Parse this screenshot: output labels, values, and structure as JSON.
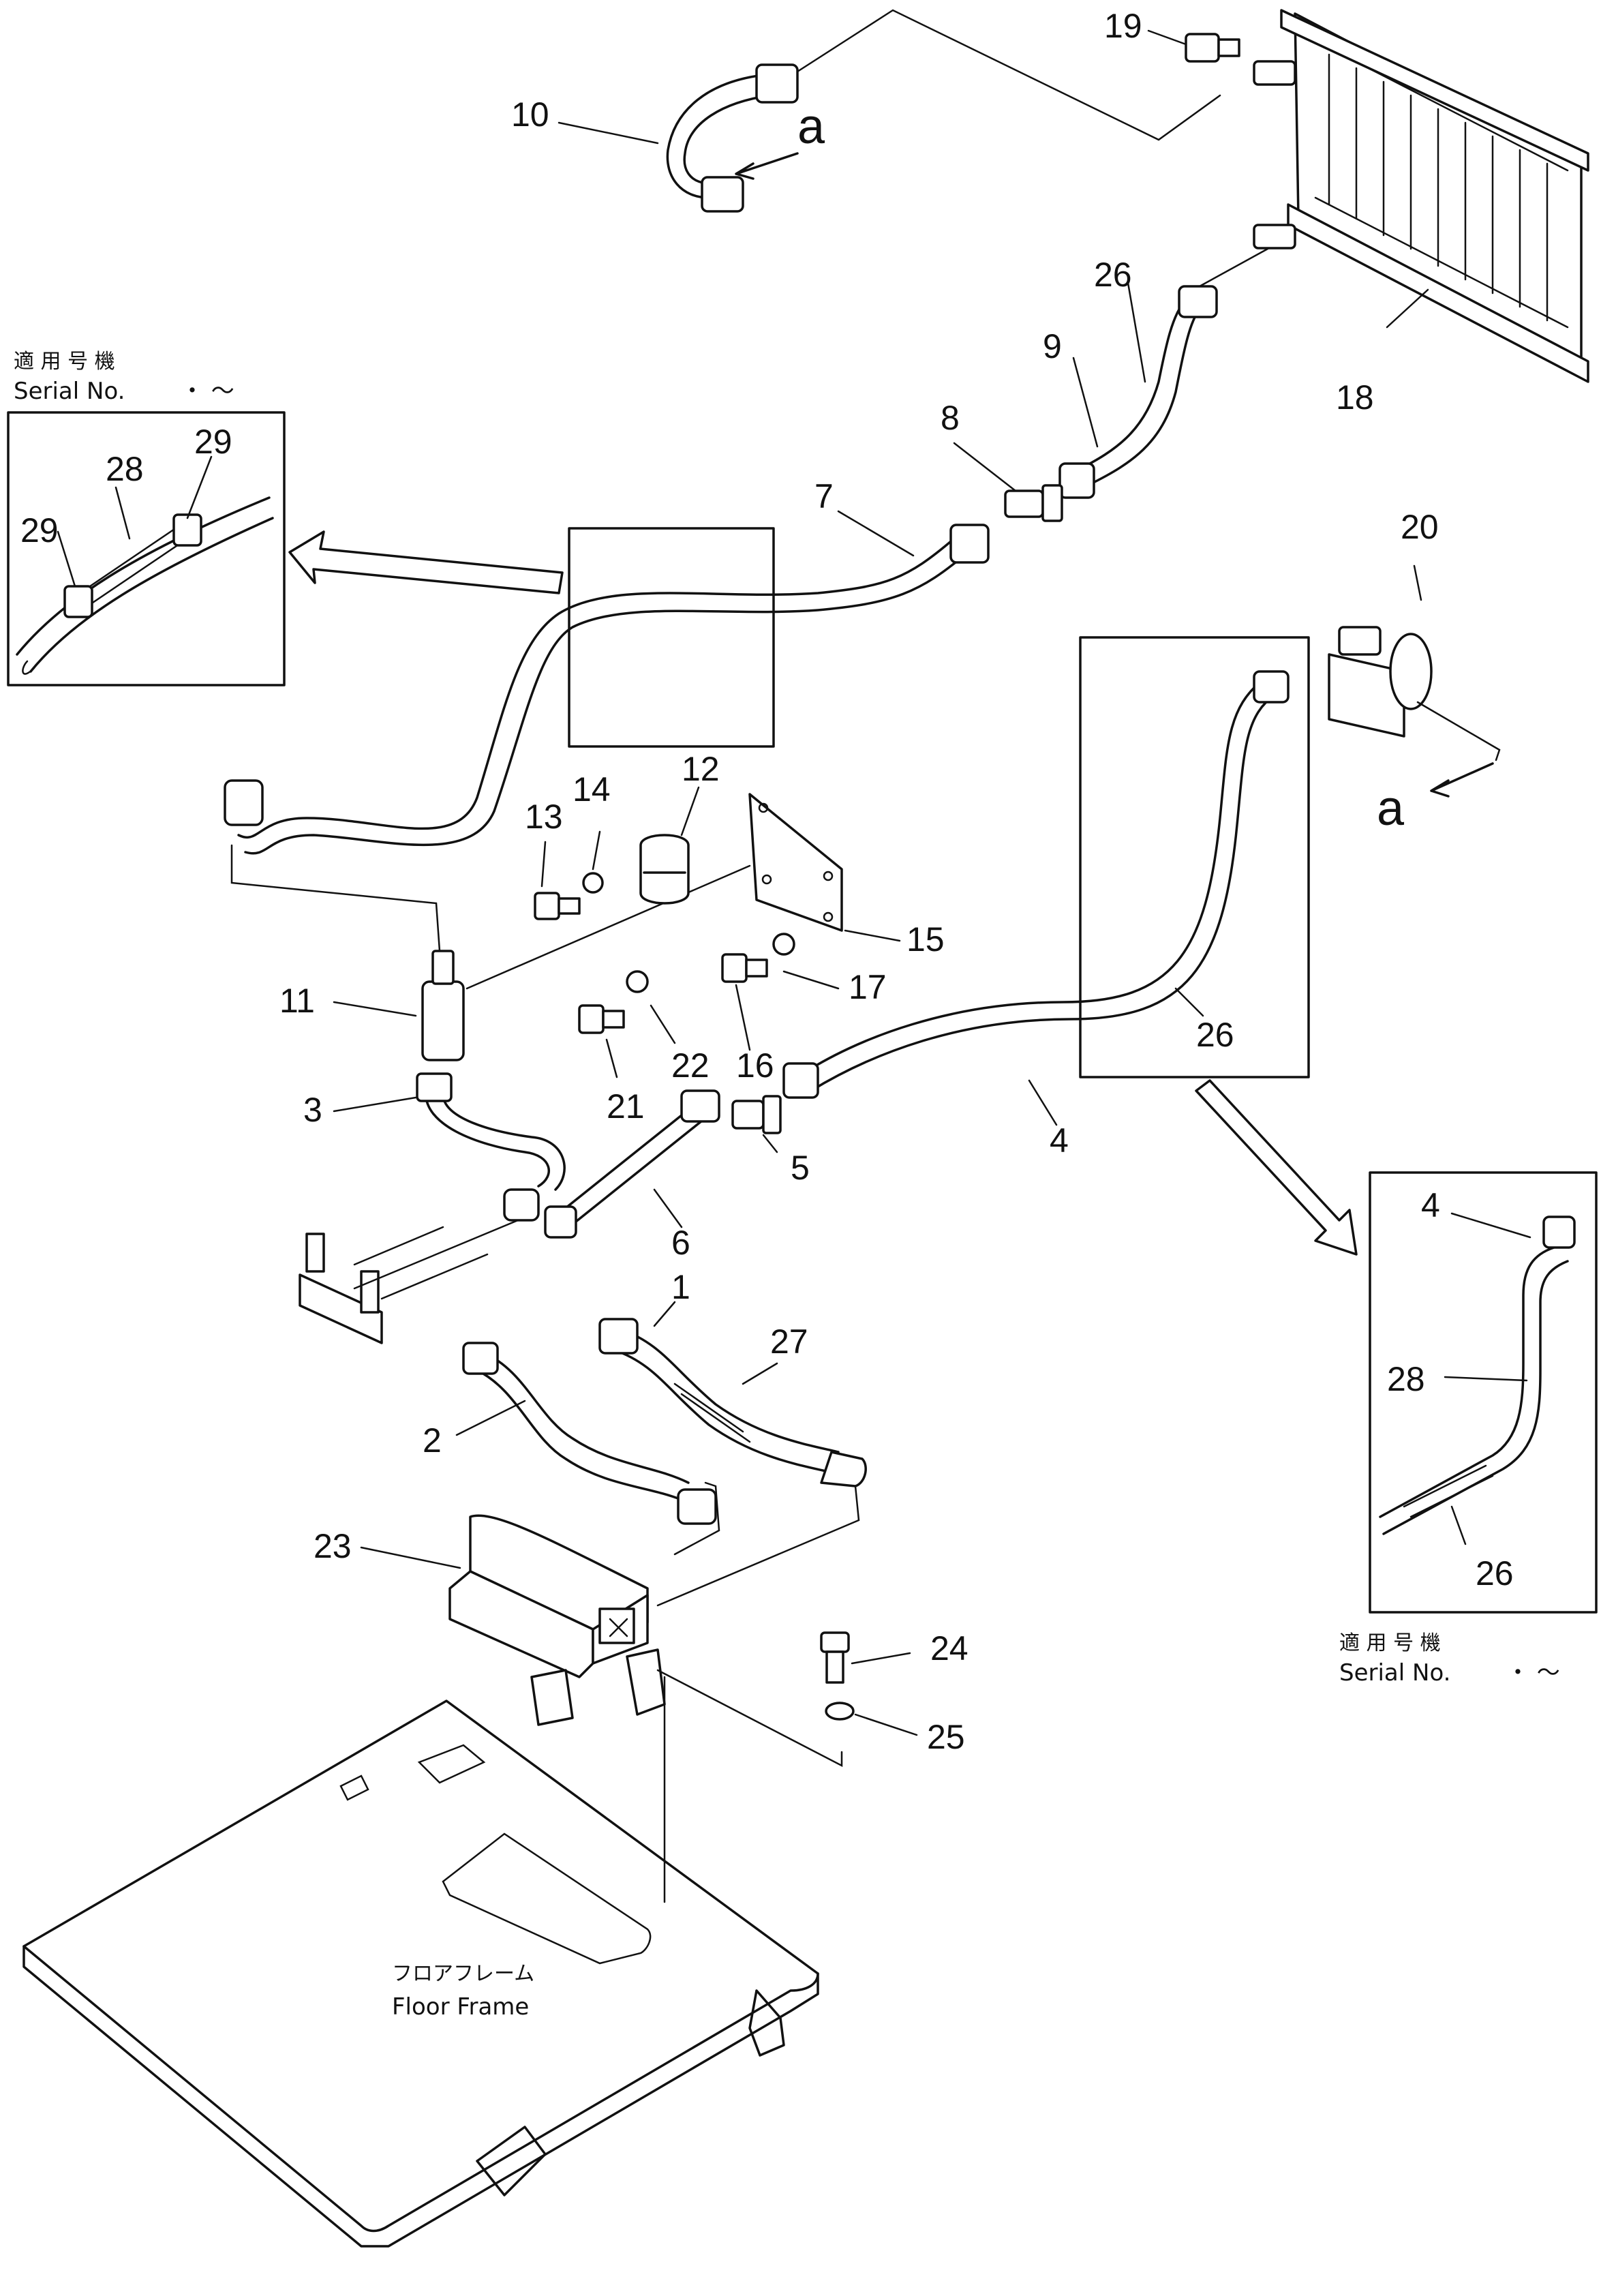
{
  "callouts": {
    "n1": "1",
    "n2": "2",
    "n3": "3",
    "n4": "4",
    "n5": "5",
    "n6": "6",
    "n7": "7",
    "n8": "8",
    "n9": "9",
    "n10": "10",
    "n11": "11",
    "n12": "12",
    "n13": "13",
    "n14": "14",
    "n15": "15",
    "n16": "16",
    "n17": "17",
    "n18": "18",
    "n19": "19",
    "n20": "20",
    "n21": "21",
    "n22": "22",
    "n23": "23",
    "n24": "24",
    "n25": "25",
    "n26": "26",
    "n27": "27",
    "inset_left": {
      "n28": "28",
      "n29a": "29",
      "n29b": "29"
    },
    "inset_right": {
      "n4": "4",
      "n28": "28",
      "n26": "26"
    },
    "n26_main": "26"
  },
  "view_marker": {
    "a_top": "a",
    "a_right": "a"
  },
  "inset_left_serial": {
    "jp": "適 用 号 機",
    "en": "Serial No.",
    "range": "・ 〜"
  },
  "inset_right_serial": {
    "jp": "適 用 号 機",
    "en": "Serial No.",
    "range": "・ 〜"
  },
  "floor_frame": {
    "jp": "フロアフレーム",
    "en": "Floor Frame"
  }
}
